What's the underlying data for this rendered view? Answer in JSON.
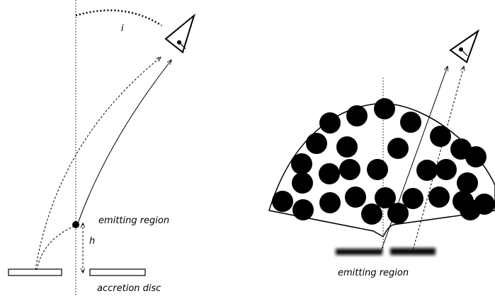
{
  "left_panel": {
    "inclination_label": "i",
    "height_label": "h",
    "emitting_region_label": "emitting region",
    "accretion_disc_label": "accretion disc"
  },
  "right_panel": {
    "emitting_region_label": "emitting region",
    "cloud_count": 31
  },
  "colors": {
    "ink": "#000000",
    "background": "#ffffff",
    "blur": "#111111"
  }
}
